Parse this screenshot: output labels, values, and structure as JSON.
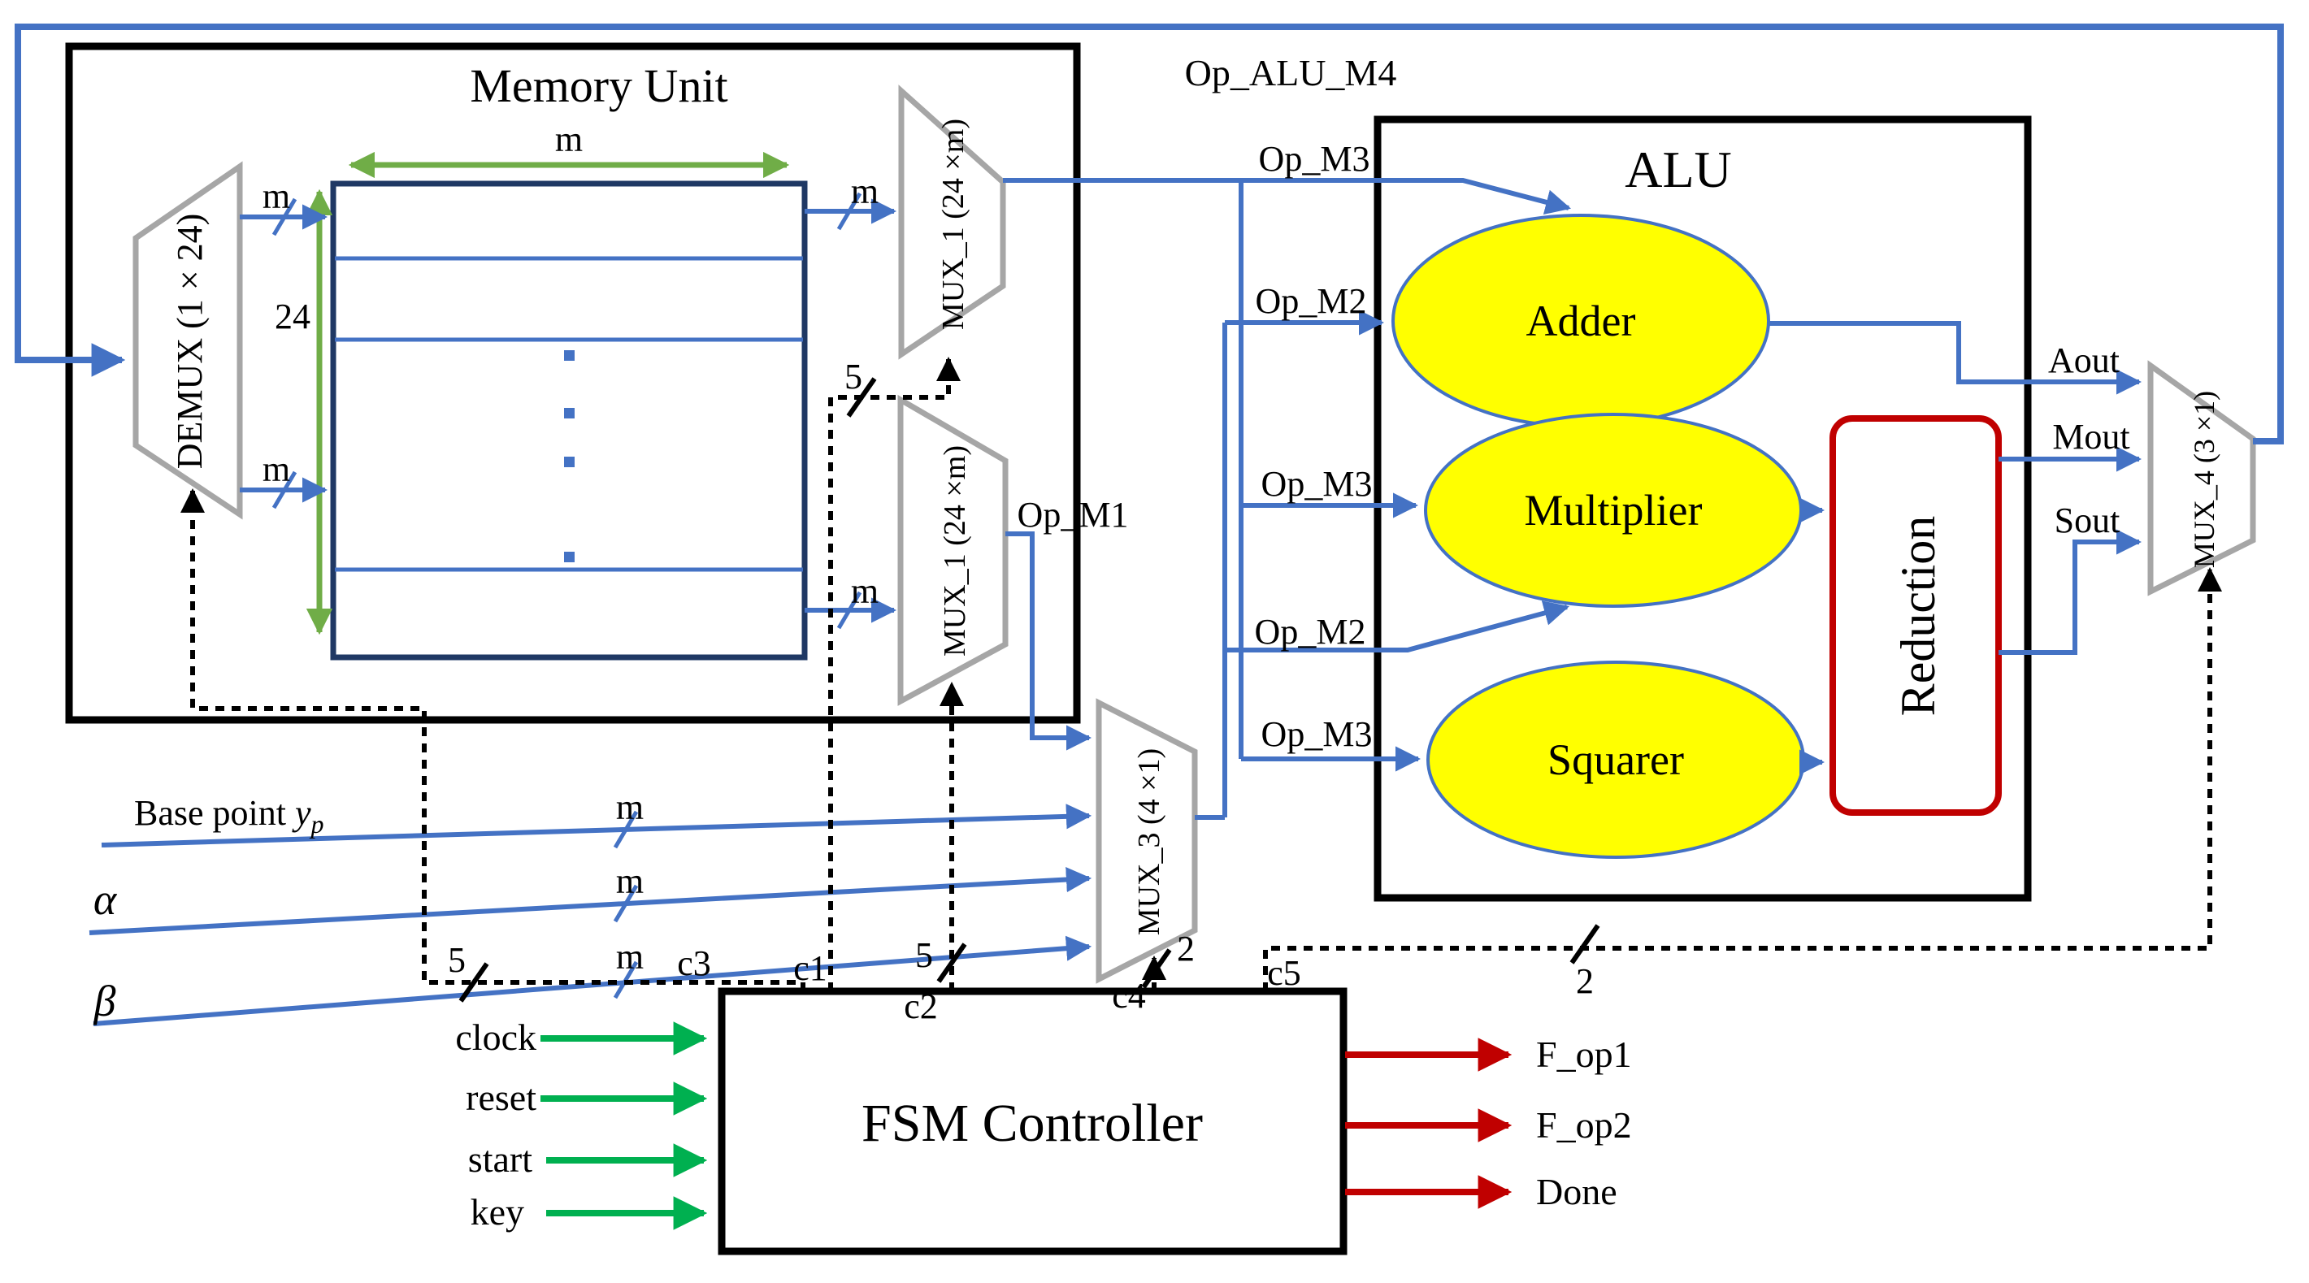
{
  "colors": {
    "wire_blue": "#4472C4",
    "array_navy": "#1F3864",
    "dim_green": "#70AD47",
    "io_green": "#00B050",
    "out_red": "#C00000",
    "mux_gray": "#A6A6A6",
    "unit_yellow": "#FFFF00",
    "line_black": "#000000"
  },
  "memory_unit": {
    "title": "Memory Unit",
    "demux_label": "DEMUX (1 × 24)",
    "mux1_label": "MUX_1 (24 ×m)",
    "row_count": "24"
  },
  "alu": {
    "title": "ALU",
    "adder": "Adder",
    "multiplier": "Multiplier",
    "squarer": "Squarer",
    "reduction": "Reduction"
  },
  "mux3_label": "MUX_3 (4 ×1)",
  "mux4_label": "MUX_4 (3 ×1)",
  "buses": {
    "m": "m",
    "w5": "5",
    "w2": "2"
  },
  "signals": {
    "op_alu_m4": "Op_ALU_M4",
    "op_m1": "Op_M1",
    "op_m2": "Op_M2",
    "op_m3": "Op_M3",
    "aout": "Aout",
    "mout": "Mout",
    "sout": "Sout",
    "base_point": "Base point ",
    "base_point_var": "y",
    "base_point_sub": "p",
    "alpha": "α",
    "beta": "β"
  },
  "fsm": {
    "title": "FSM Controller",
    "inputs": [
      "clock",
      "reset",
      "start",
      "key"
    ],
    "outputs": [
      "F_op1",
      "F_op2",
      "Done"
    ],
    "controls": [
      "c1",
      "c2",
      "c3",
      "c4",
      "c5"
    ]
  }
}
